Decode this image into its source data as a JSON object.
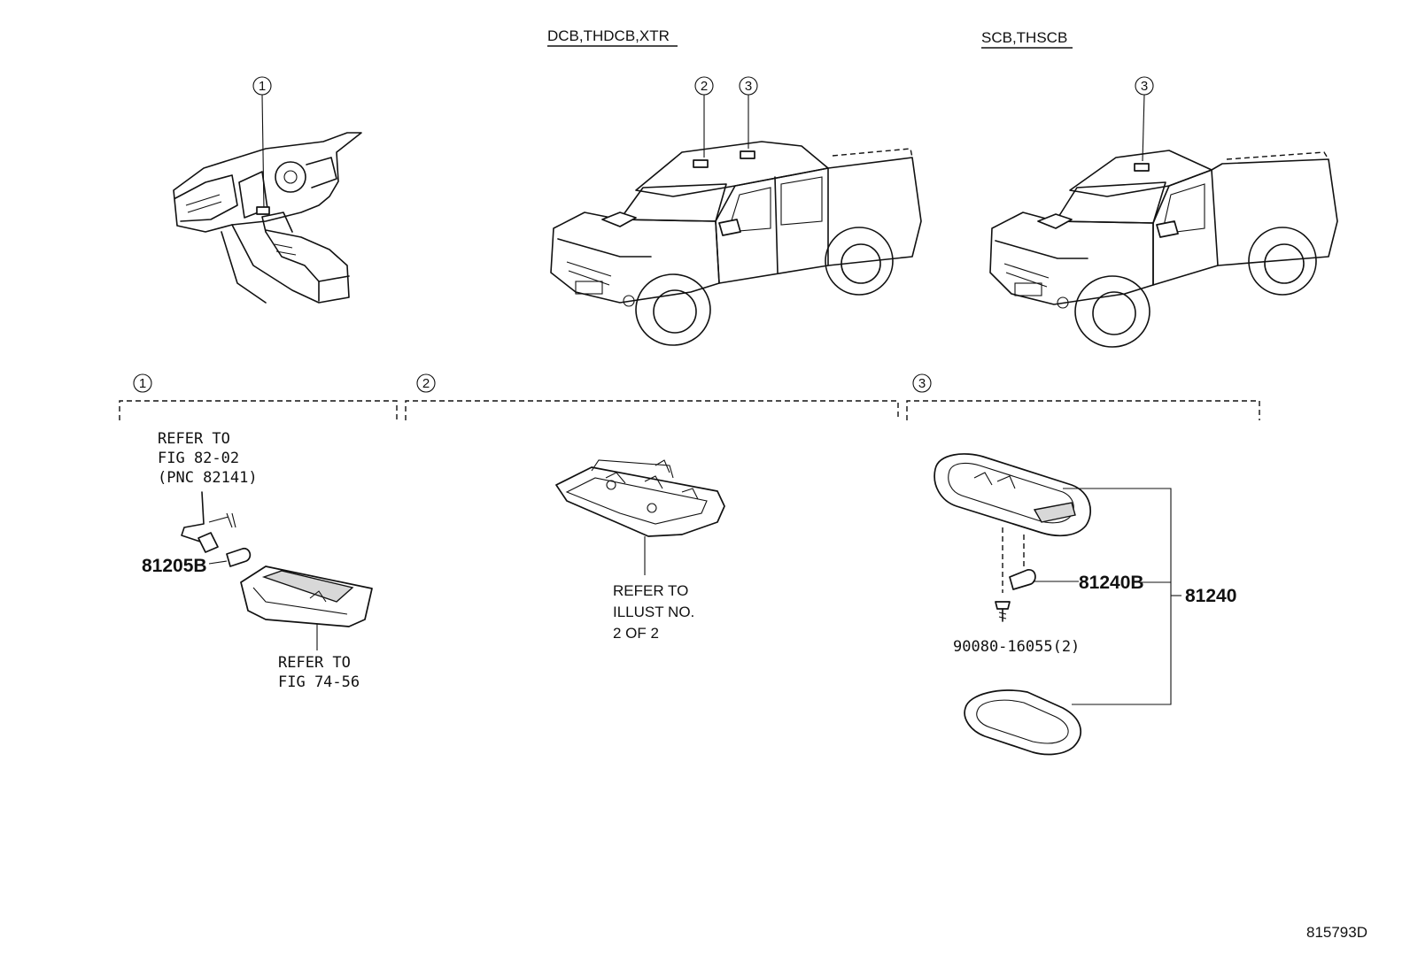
{
  "headers": {
    "variant_a": "DCB,THDCB,XTR",
    "variant_b": "SCB,THSCB"
  },
  "callouts": {
    "c1": "1",
    "c2": "2",
    "c3": "3"
  },
  "section1": {
    "refer_top": [
      "REFER TO",
      "FIG 82-02",
      "(PNC 82141)"
    ],
    "part_bulb": "81205B",
    "refer_bottom": [
      "REFER TO",
      "FIG 74-56"
    ]
  },
  "section2": {
    "refer": [
      "REFER TO",
      "ILLUST NO.",
      "2 OF 2"
    ]
  },
  "section3": {
    "part_bulb": "81240B",
    "part_assy": "81240",
    "screw": "90080-16055(2)"
  },
  "figure_id": "815793D"
}
